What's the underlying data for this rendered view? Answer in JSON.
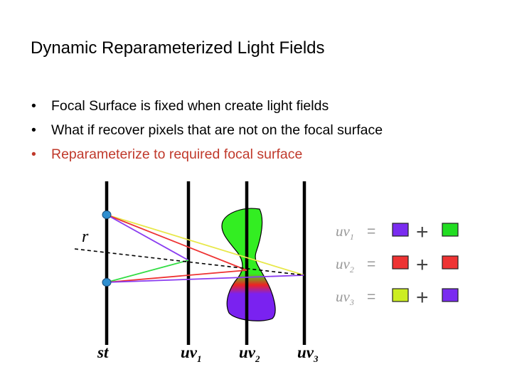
{
  "slide": {
    "title": "Dynamic Reparameterized Light Fields",
    "bullets": [
      {
        "text": "Focal Surface is fixed when create light fields",
        "color": "#000000"
      },
      {
        "text": "What if recover pixels that are not on the focal surface",
        "color": "#000000"
      },
      {
        "text": "Reparameterize to required focal surface",
        "color": "#c0392b"
      }
    ],
    "bullet_glyph": "•"
  },
  "diagram": {
    "ray_label": "r",
    "plane_labels": {
      "st": {
        "main": "st",
        "sub": ""
      },
      "uv1": {
        "main": "uv",
        "sub": "1"
      },
      "uv2": {
        "main": "uv",
        "sub": "2"
      },
      "uv3": {
        "main": "uv",
        "sub": "3"
      }
    },
    "equations": [
      {
        "lhs": "uv",
        "sub": "1",
        "eq": "=",
        "plus": "+",
        "left_color": "#7a2cf0",
        "right_color": "#22dd22"
      },
      {
        "lhs": "uv",
        "sub": "2",
        "eq": "=",
        "plus": "+",
        "left_color": "#ee3333",
        "right_color": "#ee3333"
      },
      {
        "lhs": "uv",
        "sub": "3",
        "eq": "=",
        "plus": "+",
        "left_color": "#ccee22",
        "right_color": "#7a2cf0"
      }
    ],
    "colors": {
      "yellow": "#e8e84a",
      "red": "#ee3333",
      "purple": "#8a3cf0",
      "green": "#33dd44",
      "blob_green": "#33ee22",
      "blob_purple": "#7a22f0",
      "blob_red": "#ee2222",
      "dot": "#2f8fd0"
    }
  }
}
